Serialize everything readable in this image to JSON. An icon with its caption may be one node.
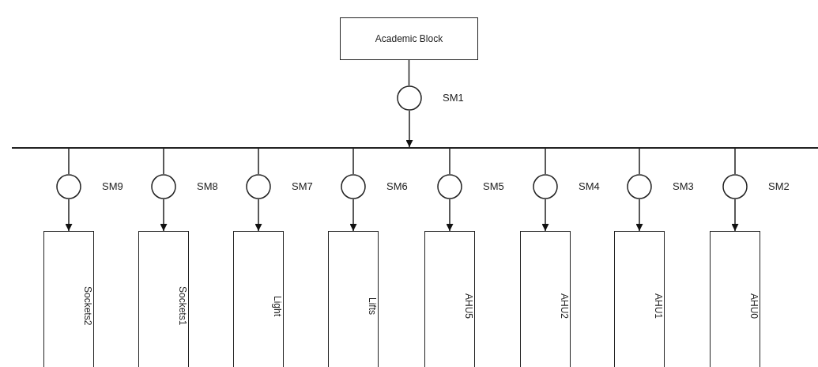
{
  "diagram": {
    "nodes": [
      {
        "text": [
          "Academic Block"
        ]
      },
      {
        "text": [],
        "shape": "circle",
        "beside": [
          "SM1"
        ]
      },
      {
        "text": [],
        "shape": "bar"
      },
      {
        "text": [],
        "shape": "circle",
        "beside": [
          "SM9"
        ]
      },
      {
        "text": [],
        "shape": "circle",
        "beside": [
          "SM8"
        ]
      },
      {
        "text": [],
        "shape": "circle",
        "beside": [
          "SM7"
        ]
      },
      {
        "text": [],
        "shape": "circle",
        "beside": [
          "SM6"
        ]
      },
      {
        "text": [],
        "shape": "circle",
        "beside": [
          "SM5"
        ]
      },
      {
        "text": [],
        "shape": "circle",
        "beside": [
          "SM4"
        ]
      },
      {
        "text": [],
        "shape": "circle",
        "beside": [
          "SM3"
        ]
      },
      {
        "text": [],
        "shape": "circle",
        "beside": [
          "SM2"
        ]
      },
      {
        "text": [
          "Sockets2"
        ]
      },
      {
        "text": [
          "Sockets1"
        ]
      },
      {
        "text": [
          "Light"
        ]
      },
      {
        "text": [
          "Lifts"
        ]
      },
      {
        "text": [
          "AHU5"
        ]
      },
      {
        "text": [
          "AHU2"
        ]
      },
      {
        "text": [
          "AHU1"
        ]
      },
      {
        "text": [
          "AHU0"
        ]
      }
    ],
    "edges": [
      {
        "from": 0,
        "to": 1,
        "arrow": "none"
      },
      {
        "from": 1,
        "to": 2,
        "arrow": "to"
      },
      {
        "from": 2,
        "to": 3,
        "arrow": "none"
      },
      {
        "from": 2,
        "to": 4,
        "arrow": "none"
      },
      {
        "from": 2,
        "to": 5,
        "arrow": "none"
      },
      {
        "from": 2,
        "to": 6,
        "arrow": "none"
      },
      {
        "from": 2,
        "to": 7,
        "arrow": "none"
      },
      {
        "from": 2,
        "to": 8,
        "arrow": "none"
      },
      {
        "from": 2,
        "to": 9,
        "arrow": "none"
      },
      {
        "from": 2,
        "to": 10,
        "arrow": "none"
      },
      {
        "from": 3,
        "to": 11,
        "arrow": "to"
      },
      {
        "from": 4,
        "to": 12,
        "arrow": "to"
      },
      {
        "from": 5,
        "to": 13,
        "arrow": "to"
      },
      {
        "from": 6,
        "to": 14,
        "arrow": "to"
      },
      {
        "from": 7,
        "to": 15,
        "arrow": "to"
      },
      {
        "from": 8,
        "to": 16,
        "arrow": "to"
      },
      {
        "from": 9,
        "to": 17,
        "arrow": "to"
      },
      {
        "from": 10,
        "to": 18,
        "arrow": "to"
      }
    ]
  }
}
